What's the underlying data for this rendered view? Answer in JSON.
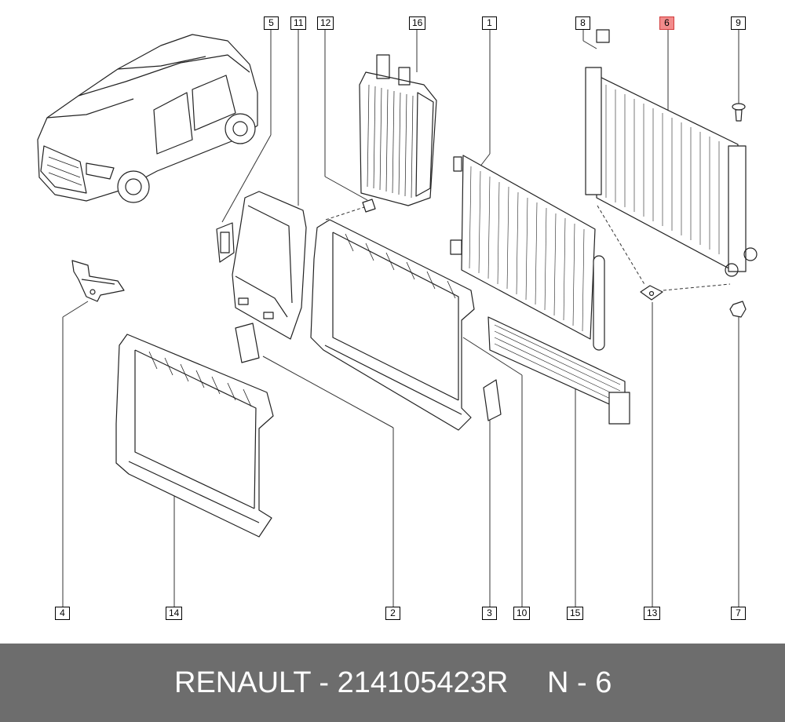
{
  "diagram": {
    "callouts": [
      {
        "id": "c1",
        "label": "1"
      },
      {
        "id": "c2",
        "label": "2"
      },
      {
        "id": "c3",
        "label": "3"
      },
      {
        "id": "c4",
        "label": "4"
      },
      {
        "id": "c5",
        "label": "5"
      },
      {
        "id": "c6",
        "label": "6",
        "highlighted": true
      },
      {
        "id": "c7",
        "label": "7"
      },
      {
        "id": "c8",
        "label": "8"
      },
      {
        "id": "c9",
        "label": "9"
      },
      {
        "id": "c10",
        "label": "10"
      },
      {
        "id": "c11",
        "label": "11"
      },
      {
        "id": "c12",
        "label": "12"
      },
      {
        "id": "c13",
        "label": "13"
      },
      {
        "id": "c14",
        "label": "14"
      },
      {
        "id": "c15",
        "label": "15"
      },
      {
        "id": "c16",
        "label": "16"
      }
    ],
    "highlight_color": "#f28b8b"
  },
  "footer": {
    "part_code": "RENAULT - 214105423R",
    "item_ref": "N - 6",
    "background": "#6d6d6d"
  }
}
